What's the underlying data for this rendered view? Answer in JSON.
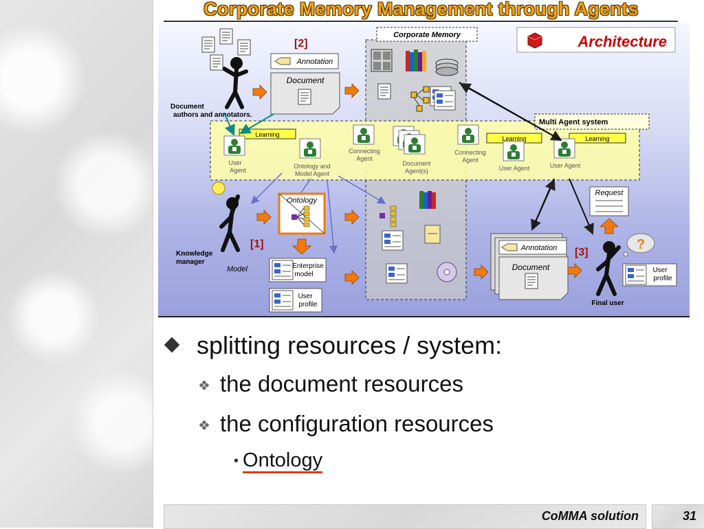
{
  "slide": {
    "title": "Corporate Memory Management through Agents",
    "footer": "CoMMA solution",
    "page_number": "31"
  },
  "diagram": {
    "corporate_memory": "Corporate Memory",
    "architecture": "Architecture",
    "multi_agent_system": "Multi Agent system",
    "steps": {
      "one": "[1]",
      "two": "[2]",
      "three": "[3]"
    },
    "annotation_top": "Annotation",
    "document_top": "Document",
    "doc_authors_line1": "Document",
    "doc_authors_line2": "authors and annotators.",
    "learning": "Learning",
    "user_agent_left_1": "User",
    "user_agent_left_2": "Agent",
    "ontology_agent_1": "Ontology and",
    "ontology_agent_2": "Model Agent",
    "connecting_agent_1": "Connecting",
    "connecting_agent_2": "Agent",
    "document_agents_1": "Document",
    "document_agents_2": "Agent(s)",
    "user_agent": "User Agent",
    "request": "Request",
    "ontology": "Ontology",
    "knowledge_manager_1": "Knowledge",
    "knowledge_manager_2": "manager",
    "model": "Model",
    "enterprise_model_1": "Enterprise",
    "enterprise_model_2": "model",
    "user_profile_1": "User",
    "user_profile_2": "profile",
    "annotation_bottom": "Annotation",
    "document_bottom": "Document",
    "final_user": "Final user",
    "question_mark": "?"
  },
  "bullets": {
    "level1": "splitting resources / system:",
    "level2": [
      "the document resources",
      "the configuration resources"
    ],
    "level3": "Ontology"
  },
  "colors": {
    "title_orange": "#f2a41a",
    "arrow_orange": "#f07a10",
    "mas_yellow": "#ffffa8",
    "agent_green": "#2e7d32",
    "architecture_red": "#cc0000"
  }
}
